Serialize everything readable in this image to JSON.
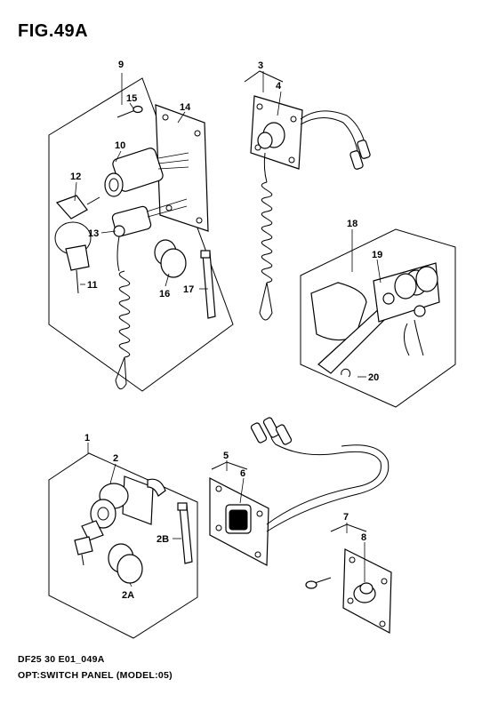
{
  "figure": {
    "title": "FIG.49A",
    "drawing_code": "DF25 30 E01_049A",
    "caption": "OPT:SWITCH PANEL (MODEL:05)"
  },
  "callouts": {
    "c9": "9",
    "c15": "15",
    "c14": "14",
    "c10": "10",
    "c12": "12",
    "c13": "13",
    "c11": "11",
    "c16": "16",
    "c17": "17",
    "c3": "3",
    "c4": "4",
    "c18": "18",
    "c19": "19",
    "c20": "20",
    "c1": "1",
    "c2": "2",
    "c2b": "2B",
    "c2a": "2A",
    "c5": "5",
    "c6": "6",
    "c7": "7",
    "c8": "8"
  }
}
